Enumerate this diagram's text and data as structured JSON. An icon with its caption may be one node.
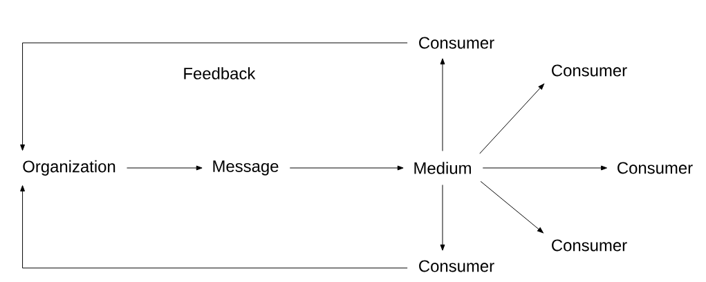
{
  "diagram": {
    "nodes": [
      {
        "text": [
          "Consumer"
        ]
      },
      {
        "text": [
          "Consumer"
        ]
      },
      {
        "text": [
          "Organization"
        ]
      },
      {
        "text": [
          "Message"
        ]
      },
      {
        "text": [
          "Medium"
        ]
      },
      {
        "text": [
          "Consumer"
        ]
      },
      {
        "text": [
          "Consumer"
        ]
      },
      {
        "text": [
          "Consumer"
        ]
      }
    ],
    "edges": [
      {
        "from": 2,
        "to": 3,
        "arrow": "to"
      },
      {
        "from": 3,
        "to": 4,
        "arrow": "to"
      },
      {
        "from": 4,
        "to": 0,
        "arrow": "to"
      },
      {
        "from": 4,
        "to": 1,
        "arrow": "to"
      },
      {
        "from": 4,
        "to": 5,
        "arrow": "to"
      },
      {
        "from": 4,
        "to": 6,
        "arrow": "to"
      },
      {
        "from": 4,
        "to": 7,
        "arrow": "to"
      },
      {
        "from": 0,
        "to": 2,
        "arrow": "to",
        "label": "Feedback"
      },
      {
        "from": 7,
        "to": 2,
        "arrow": "to"
      }
    ]
  }
}
